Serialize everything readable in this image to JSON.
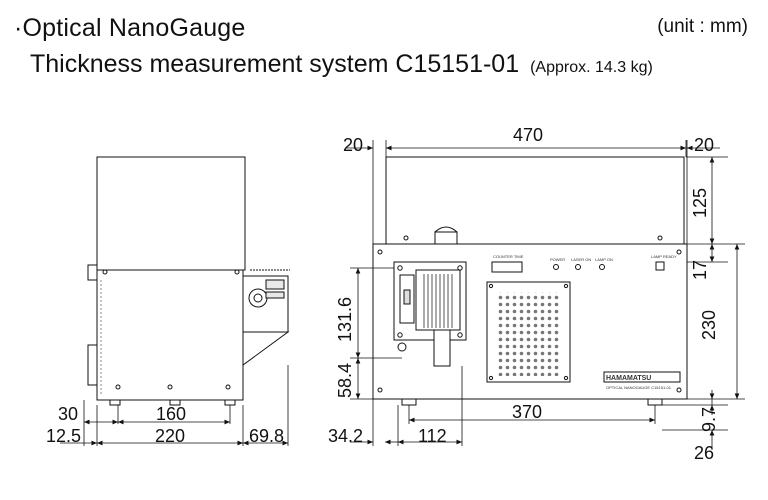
{
  "header": {
    "title": "·Optical NanoGauge",
    "subtitle": "Thickness measurement system C15151-01",
    "weight": "(Approx. 14.3 kg)",
    "unit": "(unit : mm)"
  },
  "side_view_dims": {
    "d30": "30",
    "d160": "160",
    "d12_5": "12.5",
    "d220": "220",
    "d69_8": "69.8"
  },
  "front_view_dims": {
    "top_20_left": "20",
    "top_470": "470",
    "top_20_right": "20",
    "right_125": "125",
    "right_17": "17",
    "right_230": "230",
    "right_9_7": "9.7",
    "right_26": "26",
    "left_131_6": "131.6",
    "left_58_4": "58.4",
    "bottom_370": "370",
    "bottom_34_2": "34.2",
    "bottom_112": "112"
  },
  "panel_labels": {
    "counter": "COUNTER TIME",
    "power": "POWER",
    "laser_on": "LASER ON",
    "lamp_on": "LAMP ON",
    "lamp_ready": "LAMP READY",
    "brand": "HAMAMATSU",
    "product": "OPTICAL NANOGAUGE C15151-01"
  }
}
